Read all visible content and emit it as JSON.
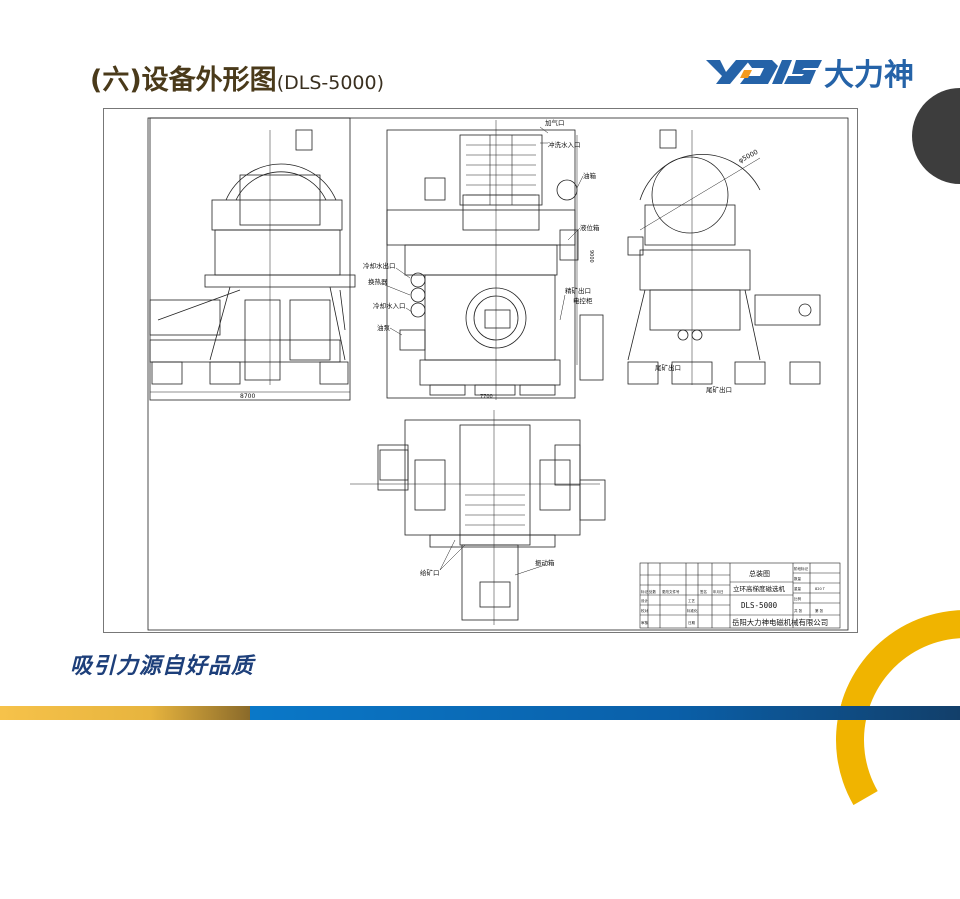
{
  "slide": {
    "title": "(六)设备外形图",
    "title_model": "(DLS-5000)",
    "logo_text": "YDLS大力神",
    "slogan": "吸引力源自好品质"
  },
  "colors": {
    "title": "#4a3a1a",
    "logo_blue": "#2563a8",
    "logo_orange": "#f39a1e",
    "gold": "#f0b400",
    "blue": "#0a6ab8"
  },
  "drawing": {
    "front_labels": {
      "air_inlet": "加气口",
      "flush_water_inlet": "冲洗水入口",
      "oil_tank": "油箱",
      "level_box": "液位箱",
      "cooling_water_outlet": "冷却水出口",
      "heat_exchanger": "换热器",
      "cooling_water_inlet": "冷却水入口",
      "oil_pump": "油泵",
      "concentrate_outlet": "精矿出口",
      "control_cabinet": "电控柜",
      "height_dim": "9000",
      "width_dim": "7700"
    },
    "left_labels": {
      "width_dim": "8700"
    },
    "right_labels": {
      "diameter": "φ5000",
      "tailings_outlet_1": "尾矿出口",
      "tailings_outlet_2": "尾矿出口"
    },
    "plan_labels": {
      "feed_inlet": "给矿口",
      "vibration_box": "振动箱"
    },
    "title_block": {
      "drawing_name": "总装图",
      "machine_name": "立环高梯度磁选机",
      "model": "DLS-5000",
      "company": "岳阳大力神电磁机械有限公司",
      "row_labels": [
        "标记",
        "处数",
        "更改文件号",
        "签名",
        "年月日"
      ],
      "design": "设计",
      "check": "校对",
      "review": "审核",
      "process": "工艺",
      "standard": "标准化",
      "date": "日期",
      "stage": "阶段标记",
      "quantity": "数量",
      "weight": "重量",
      "weight_value": "820 T",
      "scale": "比例",
      "total_sheets": "共 张",
      "sheet": "第 张"
    }
  }
}
